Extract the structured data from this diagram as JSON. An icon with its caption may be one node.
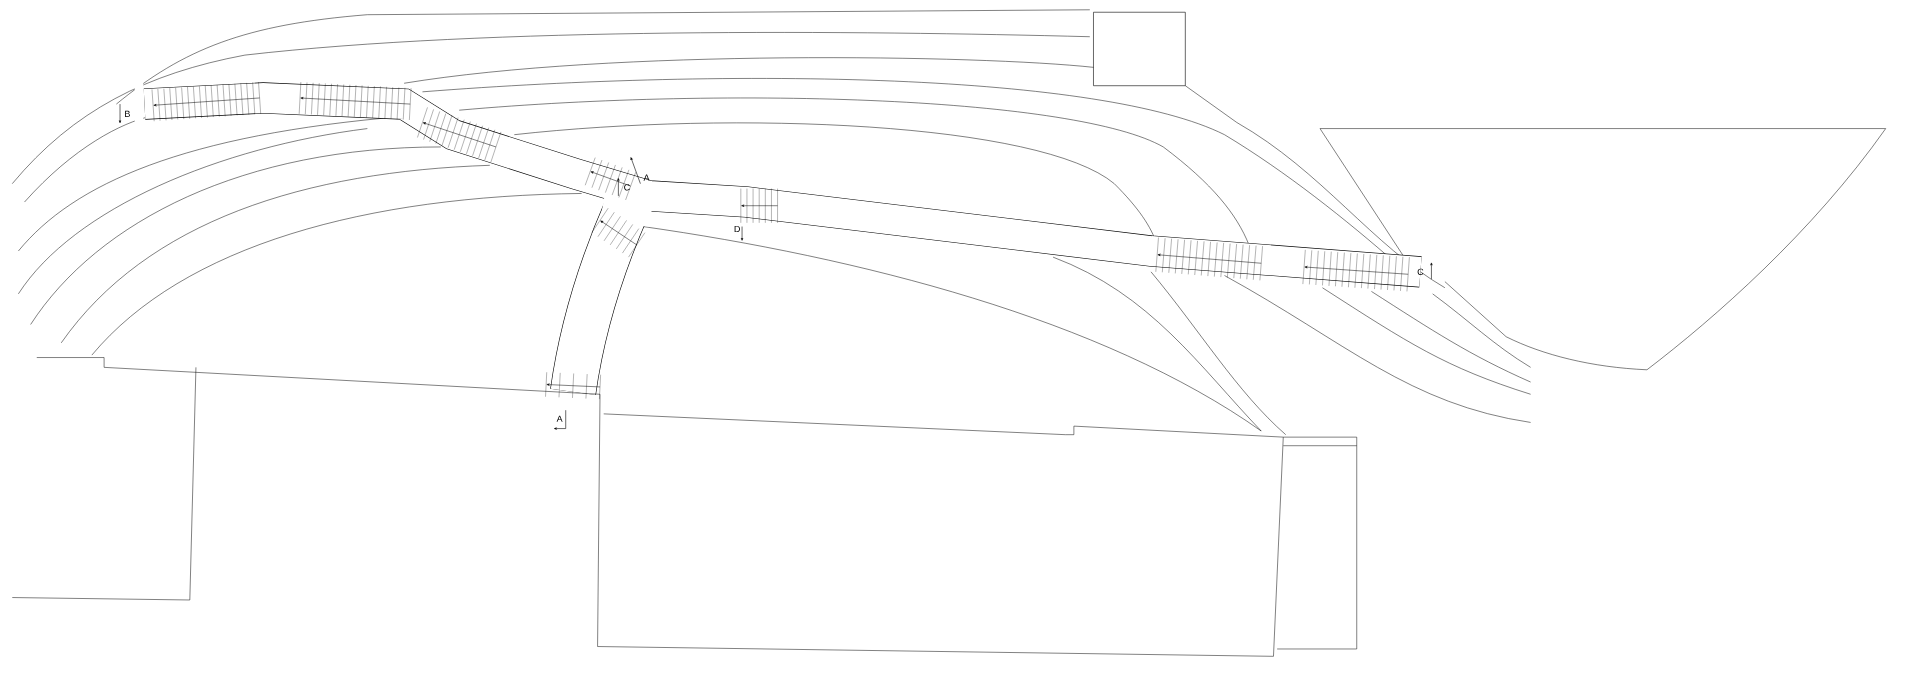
{
  "diagram": {
    "labels": [
      "B",
      "A",
      "C",
      "D",
      "C",
      "A"
    ]
  }
}
